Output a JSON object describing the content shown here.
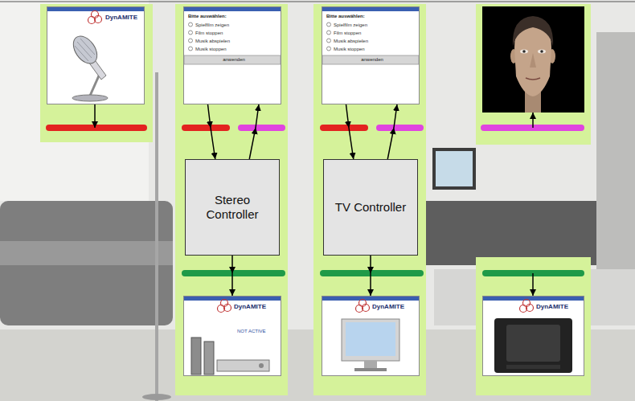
{
  "diagram": {
    "nodes": [
      {
        "text": [
          "DynAMITE"
        ]
      },
      {
        "text": [
          "Bitte auswählen:",
          "Spielfilm zeigen",
          "Film stoppen",
          "Musik abspielen",
          "Musik stoppen",
          "anwenden"
        ]
      },
      {
        "text": [
          "Stereo Controller"
        ]
      },
      {
        "text": [
          "DynAMITE",
          "NOT ACTIVE"
        ]
      },
      {
        "text": [
          "Bitte auswählen:",
          "Spielfilm zeigen",
          "Film stoppen",
          "Musik abspielen",
          "Musik stoppen",
          "anwenden"
        ]
      },
      {
        "text": [
          "TV Controller"
        ]
      },
      {
        "text": [
          "DynAMITE"
        ]
      },
      {
        "text": [
          "DynAMITE"
        ]
      }
    ],
    "edges": [
      {
        "from": 1,
        "to": 2,
        "arrow": "to"
      },
      {
        "from": 2,
        "to": 1,
        "arrow": "to"
      },
      {
        "from": 2,
        "to": 3,
        "arrow": "to"
      },
      {
        "from": 4,
        "to": 5,
        "arrow": "to"
      },
      {
        "from": 5,
        "to": 4,
        "arrow": "to"
      },
      {
        "from": 5,
        "to": 6,
        "arrow": "to"
      }
    ]
  }
}
